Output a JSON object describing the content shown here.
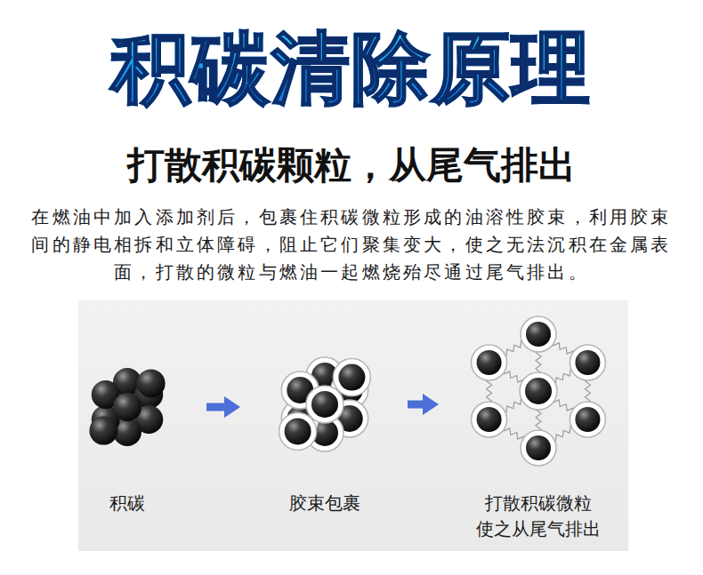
{
  "diagram": {
    "title": "积碳清除原理",
    "nodes": [
      {
        "text": [
          "积碳"
        ]
      },
      {
        "text": [
          "胶束包裹"
        ]
      },
      {
        "text": [
          "打散积碳微粒 使之从尾气排出"
        ]
      }
    ],
    "edges": [
      {
        "from": 0,
        "to": 1,
        "arrow": "to"
      },
      {
        "from": 1,
        "to": 2,
        "arrow": "to"
      }
    ],
    "labels": [
      "打散积碳颗粒，从尾气排出",
      "在燃油中加入添加剂后，包裹住积碳微粒形成的油溶性胶束，利用胶束间的静电相拆和立体障碍，阻止它们聚集变大，使之无法沉积在金属表面，打散的微粒与燃油一起燃烧殆尽通过尾气排出。"
    ]
  }
}
